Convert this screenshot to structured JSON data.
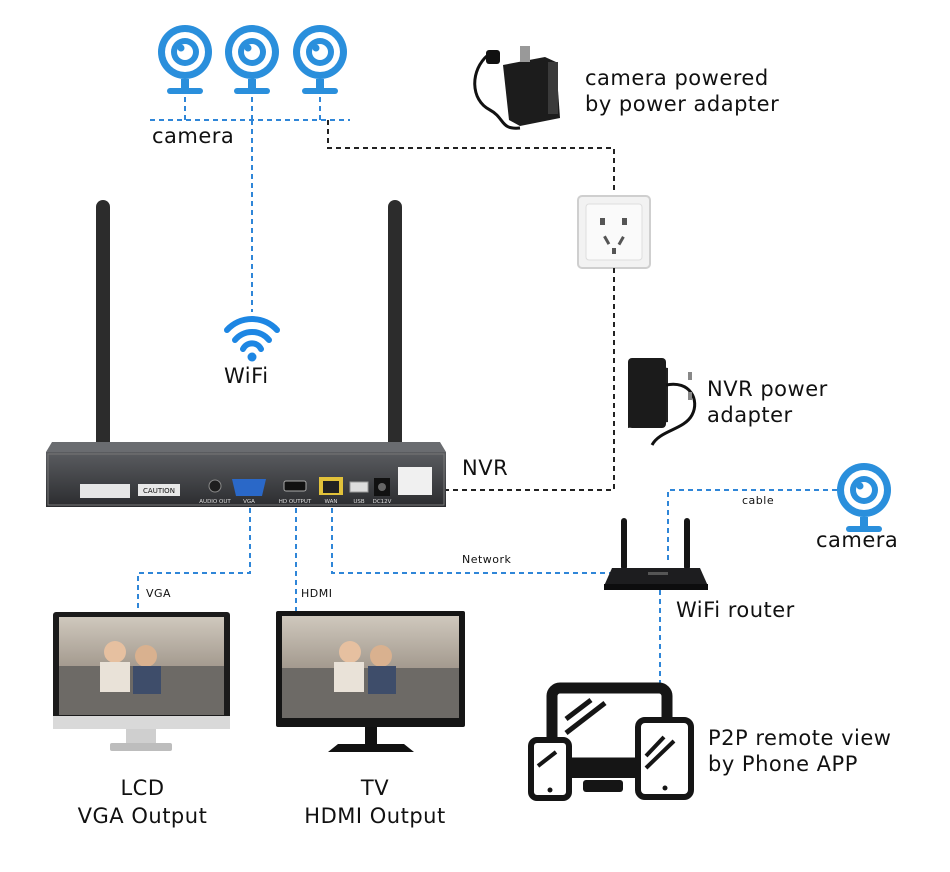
{
  "labels": {
    "camera_top": "camera",
    "camera_powered_line1": "camera powered",
    "camera_powered_line2": "by power  adapter",
    "wifi": "WiFi",
    "nvr": "NVR",
    "nvr_power_line1": "NVR power",
    "nvr_power_line2": "adapter",
    "cable": "cable",
    "camera_right": "camera",
    "network": "Network",
    "vga": "VGA",
    "hdmi": "HDMI",
    "wifi_router": "WiFi router",
    "lcd_line1": "LCD",
    "lcd_line2": "VGA Output",
    "tv_line1": "TV",
    "tv_line2": "HDMI Output",
    "p2p_line1": "P2P remote view",
    "p2p_line2": "by Phone APP"
  },
  "device_text": {
    "caution": "CAUTION",
    "audio_out": "AUDIO OUT",
    "vga_port": "VGA",
    "hd_output": "HD OUTPUT",
    "wan": "WAN",
    "usb": "USB",
    "dc12v": "DC12V"
  },
  "colors": {
    "camera_blue": "#2a8fdc",
    "wifi_blue": "#1d86e3",
    "link_blue": "#2f86d8",
    "power_black": "#222222"
  }
}
